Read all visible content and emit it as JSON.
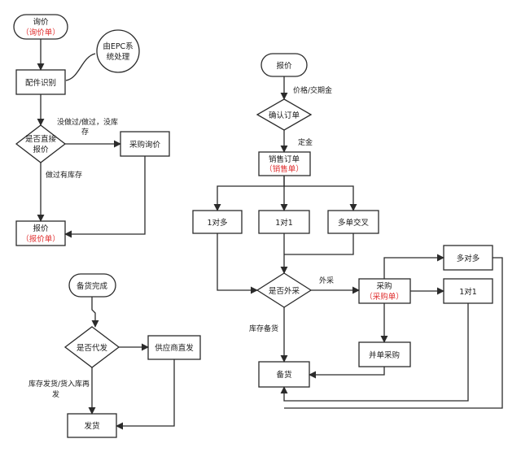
{
  "colors": {
    "line": "#2b2b2b",
    "highlight": "#e03030"
  },
  "flow1": {
    "inquiry": {
      "title": "询价",
      "doc": "（询价单）"
    },
    "epc_note": {
      "line1": "由EPC系",
      "line2": "统处理"
    },
    "parts_id": "配件识别",
    "quote_directly": {
      "line1": "是否直接",
      "line2": "报价"
    },
    "edge_not_done": {
      "line1": "没做过/做过，没库",
      "line2": "存"
    },
    "purchase_inquiry": "采购询价",
    "edge_done_in_stock": "做过有库存",
    "quote": {
      "title": "报价",
      "doc": "（报价单）"
    }
  },
  "flow2": {
    "stock_ready": "备货完成",
    "drop_ship": "是否代发",
    "supplier_direct": "供应商直发",
    "edge_stock_ship": {
      "line1": "库存发货/货入库再",
      "line2": "发"
    },
    "shipping": "发货"
  },
  "flow3": {
    "quote": "报价",
    "edge_price": "价格/交期金",
    "confirm_order": "确认订单",
    "edge_deposit": "定金",
    "sales_order": {
      "title": "销售订单",
      "doc": "（销售单）"
    },
    "one_to_many": "1对多",
    "one_to_one": "1对1",
    "multi_cross": "多单交叉",
    "outsourcing": "是否外采",
    "edge_outsource": "外采",
    "edge_stock": "库存备货",
    "purchase": {
      "title": "采购",
      "doc": "（采购单）"
    },
    "many_to_many": "多对多",
    "one_to_one_b": "1对1",
    "merge_purchase": "并单采购",
    "stock_prep": "备货"
  }
}
